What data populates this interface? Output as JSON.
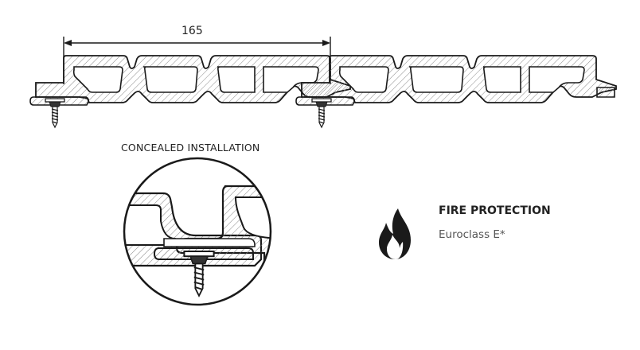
{
  "dimension": {
    "value": "165"
  },
  "installation": {
    "label": "CONCEALED INSTALLATION"
  },
  "fire": {
    "title": "FIRE PROTECTION",
    "classification": "Euroclass E*",
    "icon": "flame-icon"
  },
  "colors": {
    "line": "#1a1a1a",
    "hatch": "#8a8a8a",
    "fill": "#ffffff"
  }
}
